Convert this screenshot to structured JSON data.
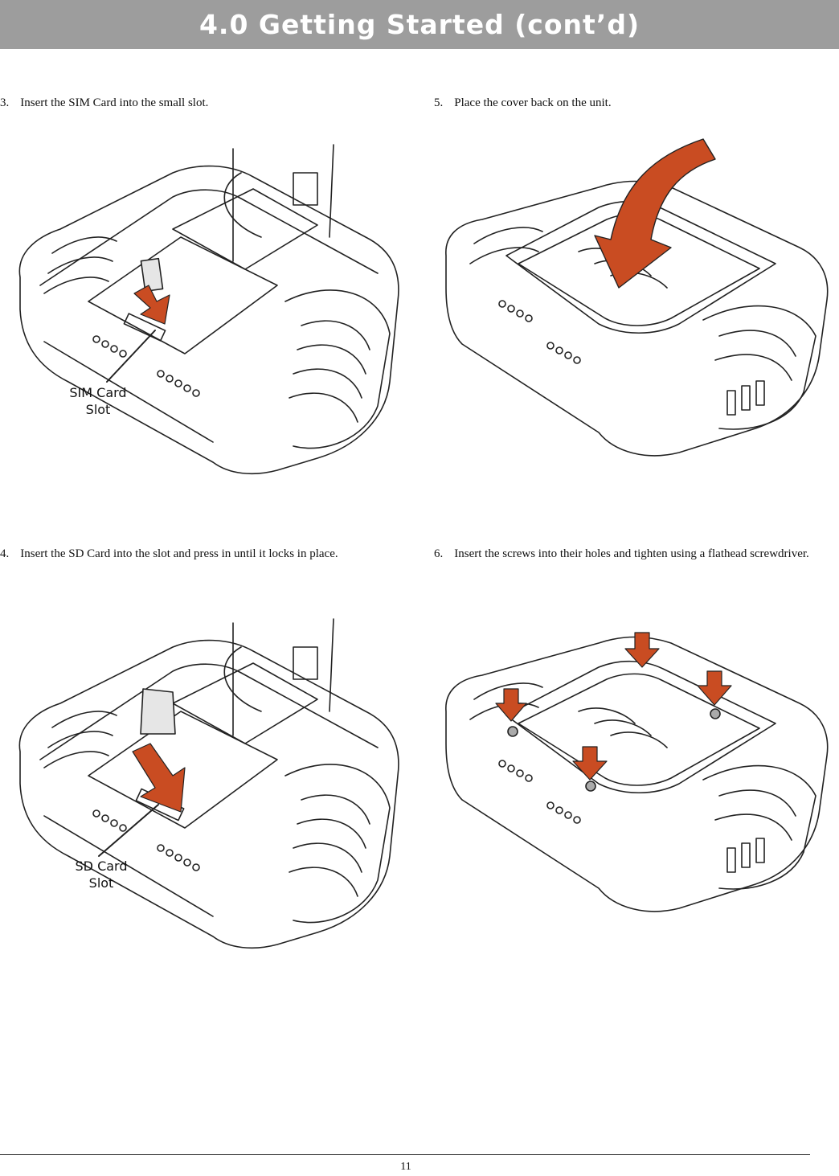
{
  "header": {
    "title": "4.0  Getting Started (cont’d)"
  },
  "colors": {
    "accent": "#c94c22",
    "header_bg": "#9d9d9d",
    "line": "#222222"
  },
  "steps": [
    {
      "number": "3.",
      "text": "Insert the SIM Card into the small slot.",
      "callout": [
        "SIM Card",
        "Slot"
      ]
    },
    {
      "number": "4.",
      "text": "Insert the SD Card into the slot and press in until it locks in place.",
      "callout": [
        "SD Card",
        "Slot"
      ]
    },
    {
      "number": "5.",
      "text": "Place the cover back on the unit."
    },
    {
      "number": "6.",
      "text": "Insert the screws into their holes and tighten using a flathead screwdriver."
    }
  ],
  "footer": {
    "page_number": "11"
  }
}
